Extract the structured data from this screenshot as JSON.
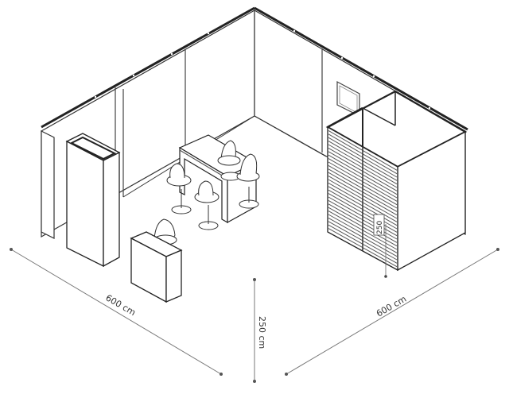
{
  "dimensions": {
    "width_left": "600 cm",
    "width_right": "600 cm",
    "height": "250 cm",
    "door_height": "250"
  },
  "colors": {
    "line": "#333333",
    "wall_fill": "#ffffff",
    "floor_fill": "#ffffff",
    "slat": "#555555",
    "dim_line": "#777777"
  }
}
